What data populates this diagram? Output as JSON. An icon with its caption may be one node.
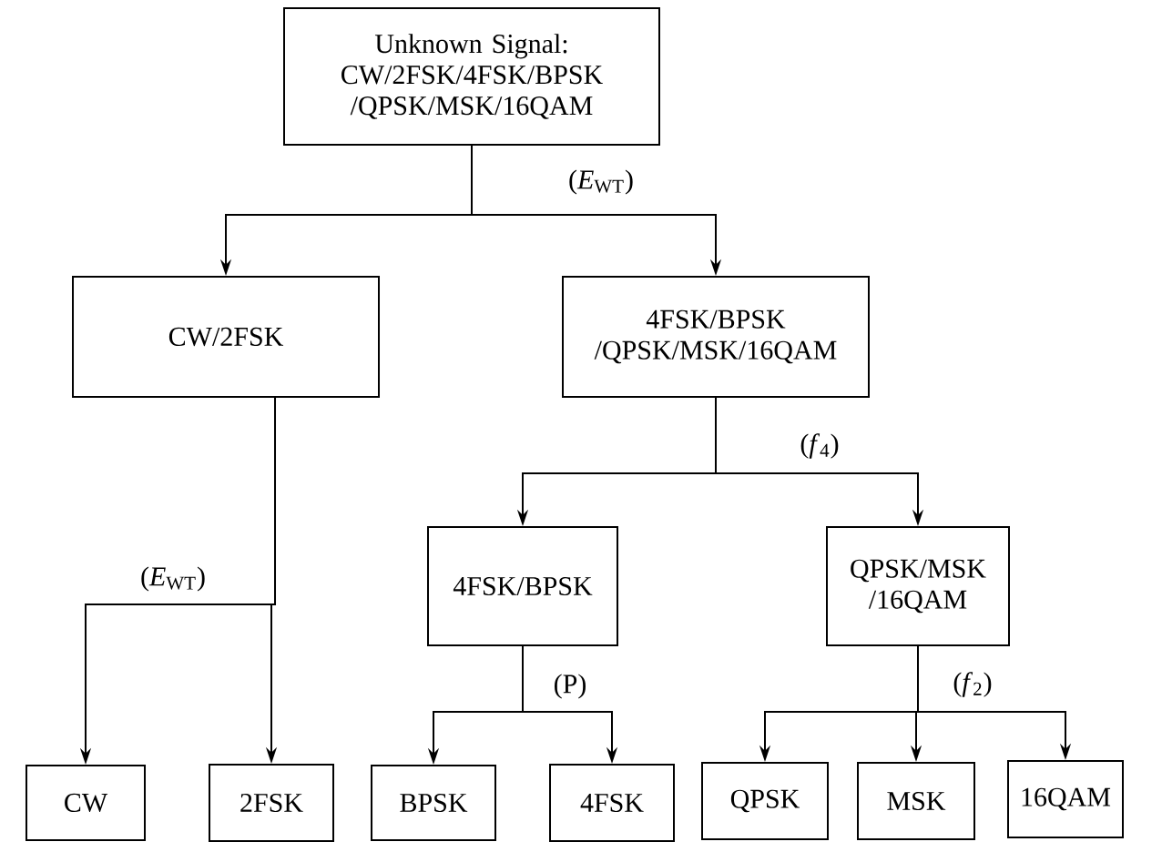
{
  "diagram": {
    "nodes": [
      {
        "text": [
          "Unknown Signal: CW/2FSK/4FSK/BPSK /QPSK/MSK/16QAM"
        ]
      },
      {
        "text": [
          "CW/2FSK"
        ]
      },
      {
        "text": [
          "4FSK/BPSK /QPSK/MSK/16QAM"
        ]
      },
      {
        "text": [
          "4FSK/BPSK"
        ]
      },
      {
        "text": [
          "QPSK/MSK /16QAM"
        ]
      },
      {
        "text": [
          "CW"
        ]
      },
      {
        "text": [
          "2FSK"
        ]
      },
      {
        "text": [
          "BPSK"
        ]
      },
      {
        "text": [
          "4FSK"
        ]
      },
      {
        "text": [
          "QPSK"
        ]
      },
      {
        "text": [
          "MSK"
        ]
      },
      {
        "text": [
          "16QAM"
        ]
      }
    ],
    "edges": [
      {
        "from": 0,
        "to": 1,
        "arrow": "to"
      },
      {
        "from": 0,
        "to": 2,
        "arrow": "to",
        "label": "(*E*$_{WT}$)"
      },
      {
        "from": 1,
        "to": 5,
        "arrow": "to",
        "label": "(*E*$_{WT}$)"
      },
      {
        "from": 1,
        "to": 6,
        "arrow": "to"
      },
      {
        "from": 2,
        "to": 3,
        "arrow": "to"
      },
      {
        "from": 2,
        "to": 4,
        "arrow": "to",
        "label": "(*f*$_{4}$)"
      },
      {
        "from": 3,
        "to": 7,
        "arrow": "to"
      },
      {
        "from": 3,
        "to": 8,
        "arrow": "to",
        "label": "(P)"
      },
      {
        "from": 4,
        "to": 9,
        "arrow": "to"
      },
      {
        "from": 4,
        "to": 10,
        "arrow": "to"
      },
      {
        "from": 4,
        "to": 11,
        "arrow": "to",
        "label": "(*f*$_{2}$)"
      }
    ]
  }
}
